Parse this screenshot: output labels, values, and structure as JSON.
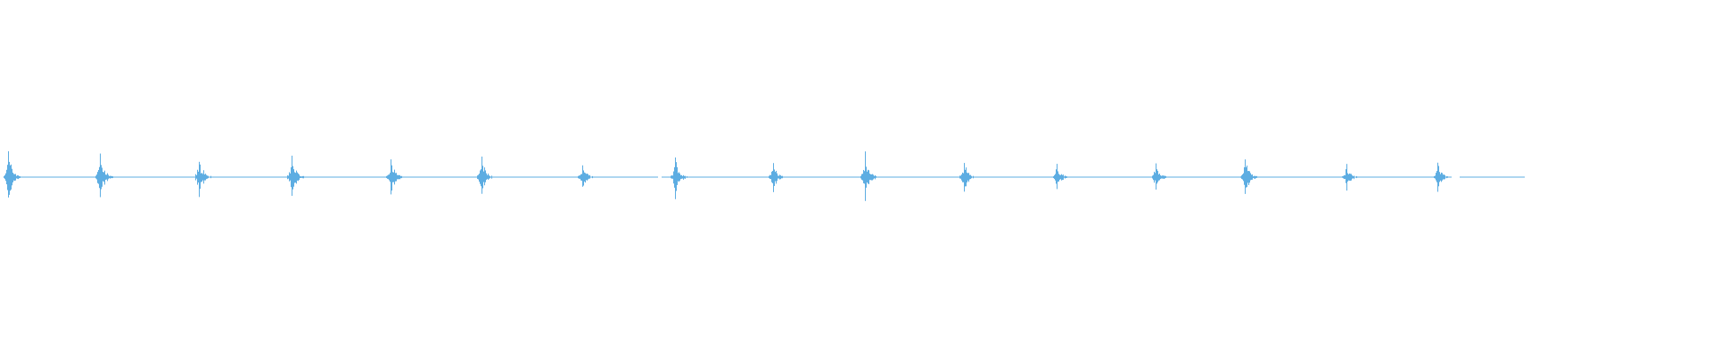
{
  "chart_data": {
    "type": "waveform",
    "color": "#5dade2",
    "background": "#ffffff",
    "axes_visible": false,
    "grid": false,
    "amplitude_range": [
      -1,
      1
    ],
    "burst_peak_amplitudes": [
      0.32,
      0.29,
      0.24,
      0.26,
      0.23,
      0.24,
      0.14,
      0.25,
      0.17,
      0.3,
      0.18,
      0.15,
      0.17,
      0.23,
      0.17,
      0.18
    ]
  }
}
